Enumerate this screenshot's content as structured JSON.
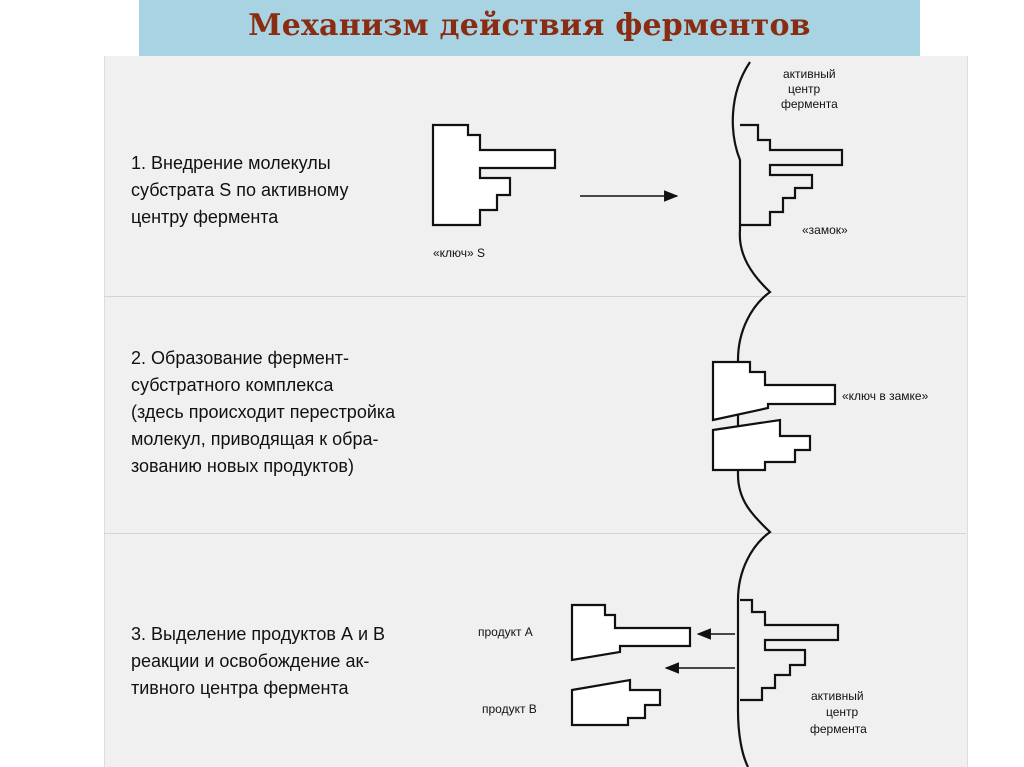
{
  "slide": {
    "title": "Механизм действия ферментов"
  },
  "steps": [
    {
      "lines": [
        "1.  Внедрение молекулы",
        "субстрата S по активному",
        "центру фермента"
      ]
    },
    {
      "lines": [
        "2.  Образование фермент-",
        "субстратного комплекса",
        "(здесь происходит перестройка",
        "молекул, приводящая к обра-",
        "зованию новых продуктов)"
      ]
    },
    {
      "lines": [
        "3.  Выделение продуктов А и В",
        "реакции и освобождение ак-",
        "тивного центра фермента"
      ]
    }
  ],
  "diagram": {
    "active_center_top": [
      "активный",
      "центр",
      "фермента"
    ],
    "lock_label": "«замок»",
    "key_label": "«ключ» S",
    "key_in_lock_label": "«ключ в замке»",
    "product_a": "продукт А",
    "product_b": "продукт В",
    "active_center_bottom": [
      "активный",
      "центр",
      "фермента"
    ]
  }
}
